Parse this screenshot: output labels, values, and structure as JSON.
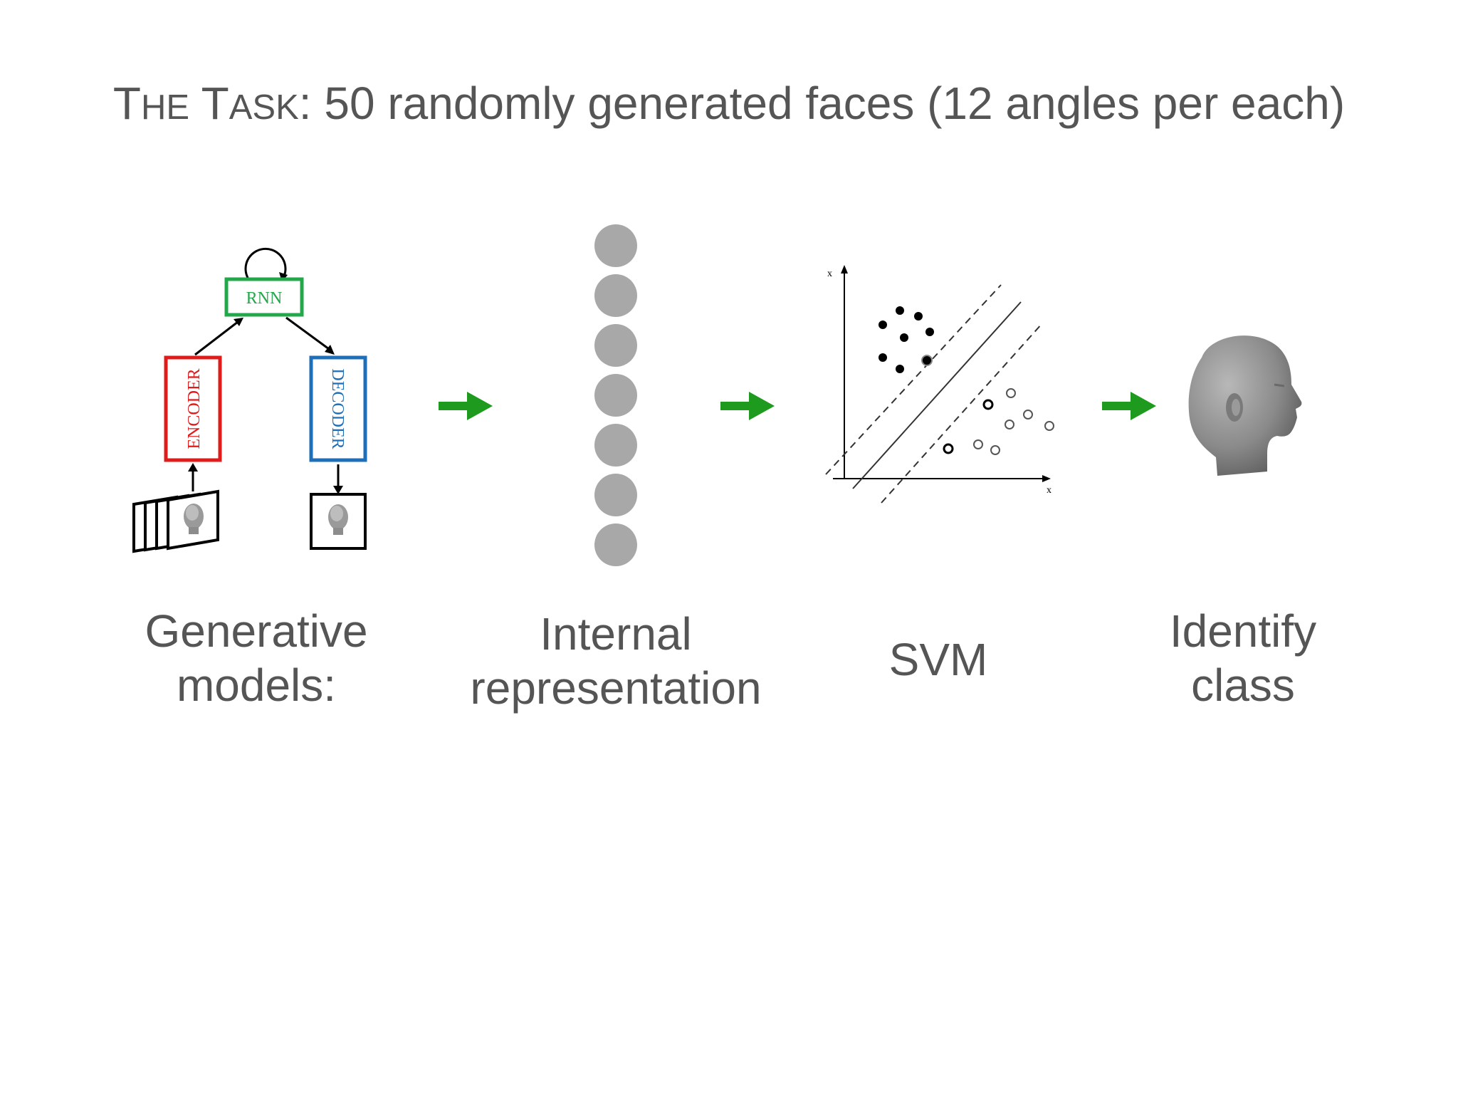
{
  "title": {
    "t1": "T",
    "t2": "HE",
    "t3": "T",
    "t4": "ASK",
    "t5": ": 50 randomly generated faces (12 angles per each)"
  },
  "stages": [
    {
      "line1": "Generative",
      "line2": "models:"
    },
    {
      "line1": "Internal",
      "line2": "representation"
    },
    {
      "line1": "SVM",
      "line2": ""
    },
    {
      "line1": "Identify",
      "line2": "class"
    }
  ],
  "diagram": {
    "rnn_label": "RNN",
    "encoder_label": "ENCODER",
    "decoder_label": "DECODER"
  },
  "colors": {
    "text": "#555555",
    "arrow": "#1e9a1e",
    "encoder": "#e01b1b",
    "decoder": "#1f6fb8",
    "rnn": "#22a84a",
    "nodes": "#a8a8a8"
  },
  "icons": [
    "right-arrow-icon",
    "face-head-icon",
    "loop-arrow-icon"
  ]
}
